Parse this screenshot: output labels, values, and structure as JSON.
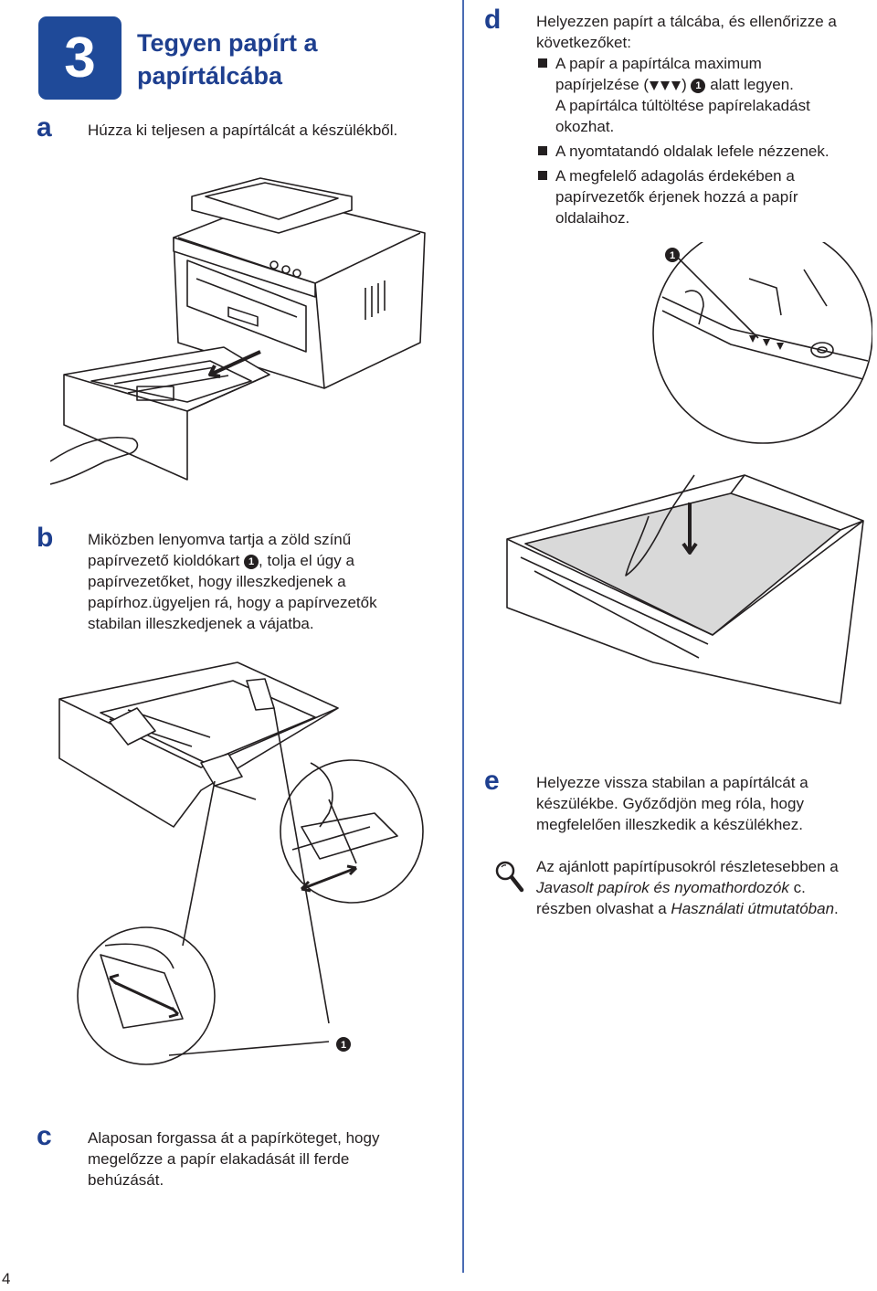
{
  "section": {
    "number": "3",
    "title": "Tegyen papírt a papírtálcába"
  },
  "steps": {
    "a": {
      "letter": "a",
      "text": "Húzza ki teljesen a papírtálcát a készülékből."
    },
    "b": {
      "letter": "b",
      "line1": "Miközben lenyomva tartja a zöld színű",
      "line2_pre": "papírvezető kioldókart ",
      "line2_post": ", tolja el úgy a",
      "line3": "papírvezetőket, hogy illeszkedjenek a",
      "line4": "papírhoz.ügyeljen rá, hogy a papírvezetők",
      "line5": "stabilan illeszkedjenek a vájatba."
    },
    "c": {
      "letter": "c",
      "line1": "Alaposan forgassa át a papírköteget, hogy",
      "line2": "megelőzze a papír elakadását ill ferde",
      "line3": "behúzását."
    },
    "d": {
      "letter": "d",
      "intro1": "Helyezzen papírt a tálcába, és ellenőrizze a",
      "intro2": "következőket:",
      "b1_line1": "A papír a papírtálca maximum",
      "b1_line2_pre": "papírjelzése (",
      "b1_line2_mid": ")",
      "b1_line2_post": "alatt legyen.",
      "b1_line3": "A papírtálca túltöltése papírelakadást",
      "b1_line4": "okozhat.",
      "b2": "A nyomtatandó oldalak lefele nézzenek.",
      "b3_line1": "A megfelelő adagolás érdekében a",
      "b3_line2": "papírvezetők érjenek hozzá a papír",
      "b3_line3": "oldalaihoz."
    },
    "e": {
      "letter": "e",
      "line1": "Helyezze vissza stabilan a papírtálcát a",
      "line2": "készülékbe. Győződjön meg róla, hogy",
      "line3": "megfelelően illeszkedik a készülékhez."
    }
  },
  "note": {
    "icon": "magnifier-icon",
    "line1": "Az ajánlott papírtípusokról részletesebben a",
    "line2_italic": "Javasolt papírok és nyomathordozók",
    "line2_post": " c.",
    "line3_pre": "részben olvashat a ",
    "line3_italic": "Használati útmutatóban",
    "line3_post": "."
  },
  "callout_label": "1",
  "page_number": "4",
  "colors": {
    "accent": "#1f4a99",
    "divider": "#4a6cb3",
    "text": "#231f20"
  }
}
